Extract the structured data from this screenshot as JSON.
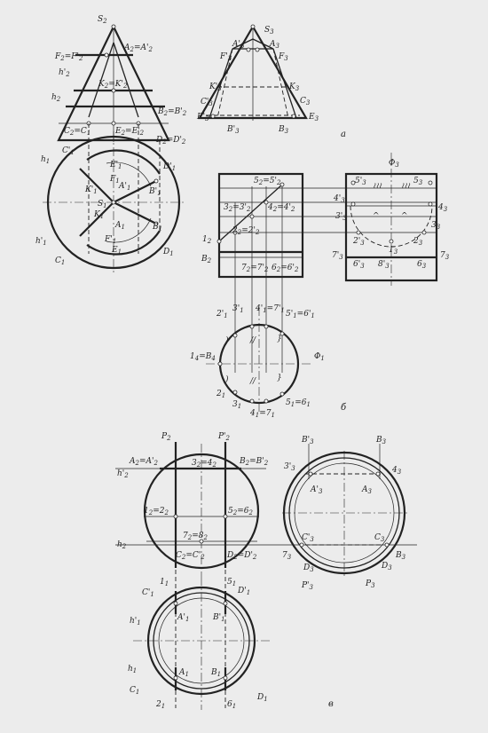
{
  "panel_a": {
    "id": "а",
    "front": [
      "S2",
      "F2 = F'2",
      "A2 = A'2",
      "h'2",
      "K2 = K'2",
      "h2",
      "B2 = B'2",
      "C2 = C1",
      "E2 = E'2",
      "D2 = D'2"
    ],
    "side": [
      "S3",
      "A'3",
      "A3",
      "F'3",
      "F3",
      "K'3",
      "K3",
      "C'3",
      "C3",
      "E'3",
      "E3",
      "B'3",
      "B3"
    ],
    "top": [
      "h1",
      "C'1",
      "E'1",
      "D'1",
      "K'1",
      "F1",
      "A'1",
      "B'1",
      "S1",
      "K1",
      "A1",
      "h'1",
      "F'1",
      "B1",
      "C1",
      "E1",
      "D1"
    ]
  },
  "panel_b": {
    "id": "б",
    "front": [
      "5'2 = 5'2",
      "3'2 = 3'2",
      "4'2 = 4'2",
      "1'2",
      "2'2 = 2'2",
      "B2",
      "7'2 = 7'2",
      "6'2 = 6'2"
    ],
    "side": [
      "Φ3",
      "5'3",
      "5'3",
      "4'3",
      "4'3",
      "3'3",
      "3'3",
      "2'3",
      "2'3",
      "1'3",
      "7'3",
      "6'3",
      "8'3",
      "6'3",
      "7'3"
    ],
    "top": [
      "2'1",
      "3'1",
      "4'1 = 7'1",
      "5'1 = 6'1",
      "1'1 = 8'1",
      "Φ1",
      "2'1",
      "3'1",
      "4'1 = 7'1",
      "5'1 = 6'1"
    ]
  },
  "panel_v": {
    "id": "в",
    "front": [
      "P2",
      "P'2",
      "A2 = A'2",
      "h'2",
      "3'2 = 4'2",
      "B2 = B'2",
      "1'2 = 2'2",
      "5'2 = 6'2",
      "h2",
      "7'2 = 8'2",
      "C2 = C'2",
      "D2 = D'2"
    ],
    "side": [
      "B'3",
      "B3",
      "3'3",
      "4'3",
      "A'3",
      "A3",
      "C'3",
      "C3",
      "7'3",
      "B3",
      "D3",
      "D3",
      "P'3",
      "P3"
    ],
    "top": [
      "1'1",
      "5'1",
      "C'1",
      "D'1",
      "h'1",
      "A'1",
      "B'1",
      "h1",
      "A1",
      "B1",
      "C1",
      "2'1",
      "6'1",
      "D1"
    ]
  },
  "colors": {
    "paper": "#ececec",
    "ink": "#222222"
  }
}
